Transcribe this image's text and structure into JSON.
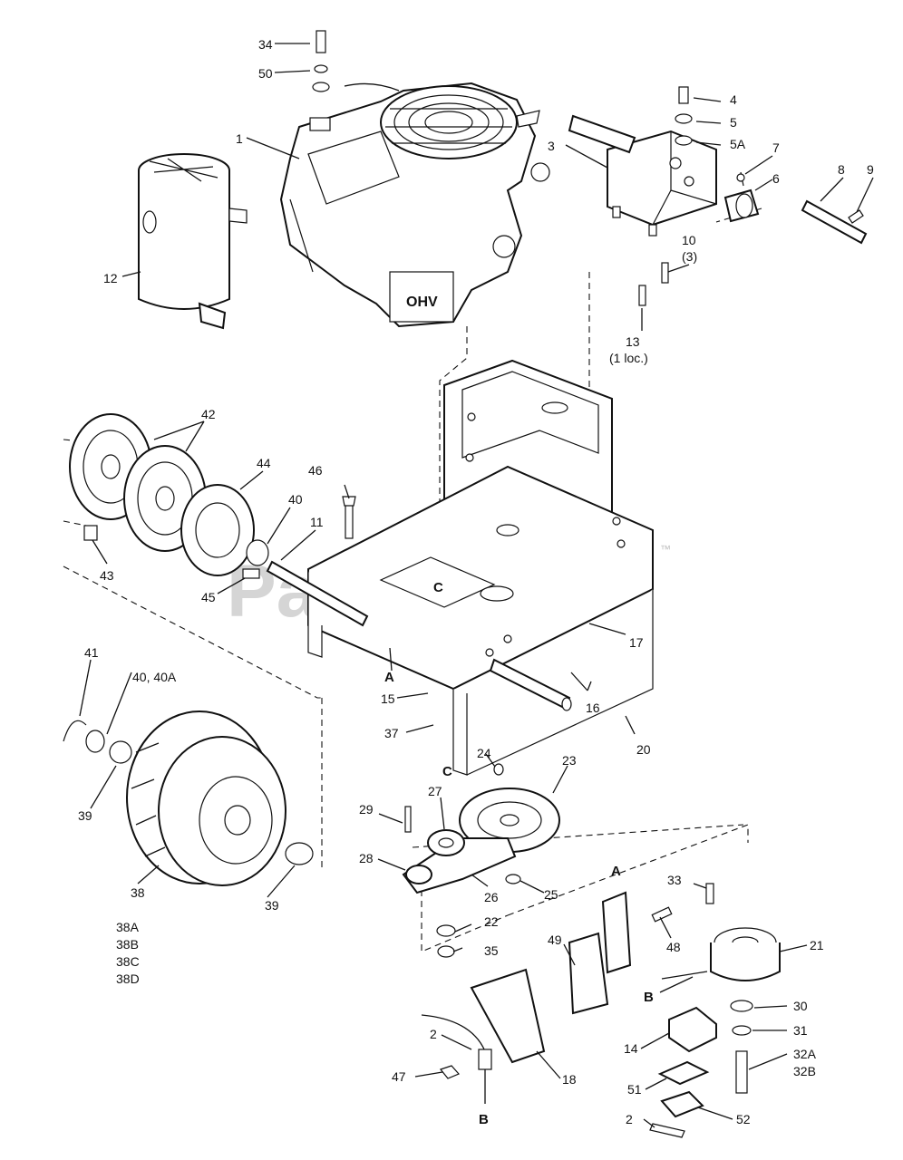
{
  "watermark": {
    "text": "PartsTree",
    "trademark": "™"
  },
  "labels": {
    "l1": "1",
    "l2a": "2",
    "l2b": "2",
    "l3": "3",
    "l4": "4",
    "l5": "5",
    "l5a": "5A",
    "l6": "6",
    "l7": "7",
    "l8": "8",
    "l9": "9",
    "l10": "10",
    "l10q": "(3)",
    "l11": "11",
    "l12": "12",
    "l13": "13",
    "l13q": "(1 loc.)",
    "l14": "14",
    "l15": "15",
    "l16": "16",
    "l17": "17",
    "l18": "18",
    "l20": "20",
    "l21": "21",
    "l22": "22",
    "l23": "23",
    "l24": "24",
    "l25": "25",
    "l26": "26",
    "l27": "27",
    "l28": "28",
    "l29": "29",
    "l30": "30",
    "l31": "31",
    "l32a": "32A",
    "l32b": "32B",
    "l33": "33",
    "l34": "34",
    "l35": "35",
    "l37": "37",
    "l38": "38",
    "l38a": "38A",
    "l38b": "38B",
    "l38c": "38C",
    "l38d": "38D",
    "l39a": "39",
    "l39b": "39",
    "l40": "40",
    "l40a": "40, 40A",
    "l41": "41",
    "l42": "42",
    "l43": "43",
    "l44": "44",
    "l45": "45",
    "l46": "46",
    "l47": "47",
    "l48": "48",
    "l49": "49",
    "l50": "50",
    "l51": "51",
    "l52": "52"
  },
  "reference_letters": {
    "a_frame": "A",
    "a_bracket": "A",
    "b_clutch": "B",
    "b_cable": "B",
    "c_frame": "C",
    "c_pulley": "C"
  },
  "engine_decal": "OHV"
}
